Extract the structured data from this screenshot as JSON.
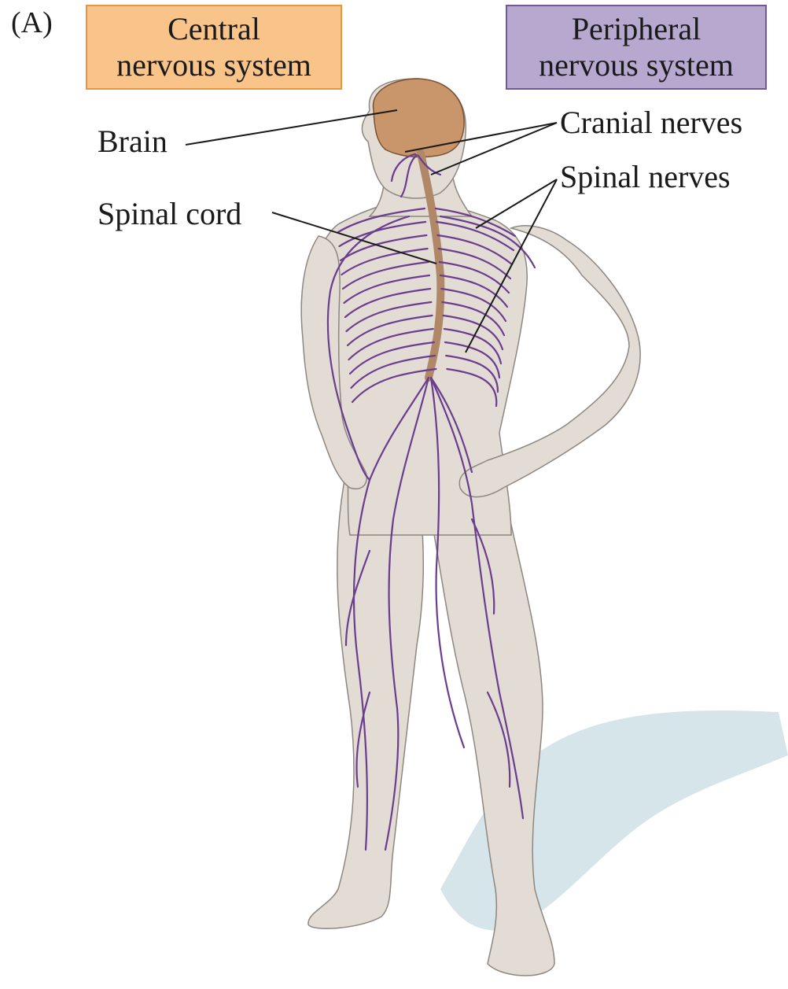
{
  "panel_label": "(A)",
  "category_boxes": {
    "central": {
      "line1": "Central",
      "line2": "nervous system",
      "fill": "#f8c48a",
      "border": "#e9963a"
    },
    "peripheral": {
      "line1": "Peripheral",
      "line2": "nervous system",
      "fill": "#b7a8d0",
      "border": "#6e5a96"
    }
  },
  "labels": {
    "brain": "Brain",
    "cranial_nerves": "Cranial nerves",
    "spinal_nerves": "Spinal nerves",
    "spinal_cord": "Spinal cord"
  },
  "colors": {
    "skin": "#e2dcd4",
    "skin_outline": "#8d8780",
    "nerve": "#6a3d8f",
    "brain": "#c9956a",
    "spinal_cord": "#b08868",
    "shadow": "#cfe0e6",
    "leader_line": "#1a1a1a"
  }
}
